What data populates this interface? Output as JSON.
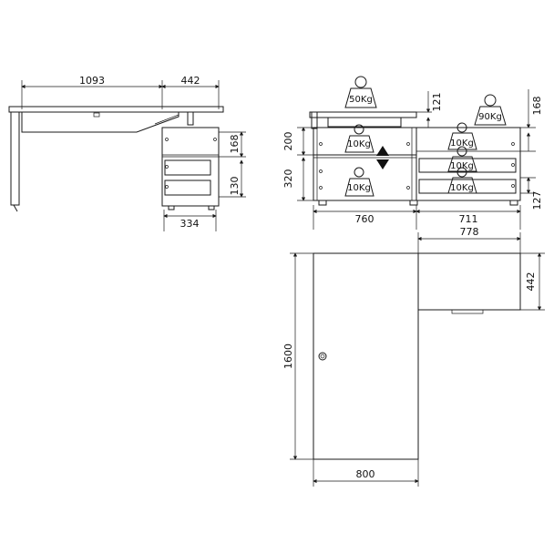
{
  "side_view": {
    "top_width": "1093",
    "top_depth": "442",
    "drawer_h1": "168",
    "drawer_h2": "130",
    "pedestal_depth": "334"
  },
  "front_view": {
    "h_upper": "200",
    "h_lower": "320",
    "top_gap": "121",
    "right_h": "168",
    "right_low": "127",
    "width_left": "760",
    "width_right": "711",
    "loads": [
      "50Kg",
      "90Kg",
      "10Kg",
      "10Kg",
      "10Kg",
      "10Kg",
      "10Kg"
    ]
  },
  "top_view": {
    "length": "1600",
    "width": "800",
    "return_width": "778",
    "return_depth": "442"
  }
}
